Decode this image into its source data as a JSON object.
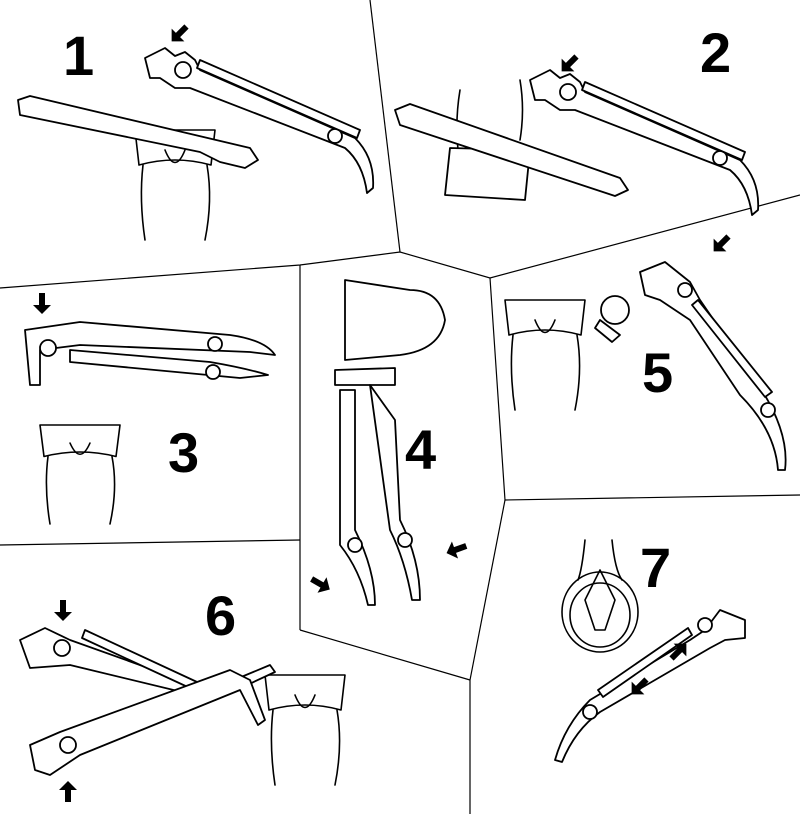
{
  "diagram": {
    "panels": [
      {
        "step": "1"
      },
      {
        "step": "2"
      },
      {
        "step": "3"
      },
      {
        "step": "4"
      },
      {
        "step": "5"
      },
      {
        "step": "6"
      },
      {
        "step": "7"
      }
    ],
    "colors": {
      "ink": "#000000",
      "background": "#ffffff"
    }
  }
}
